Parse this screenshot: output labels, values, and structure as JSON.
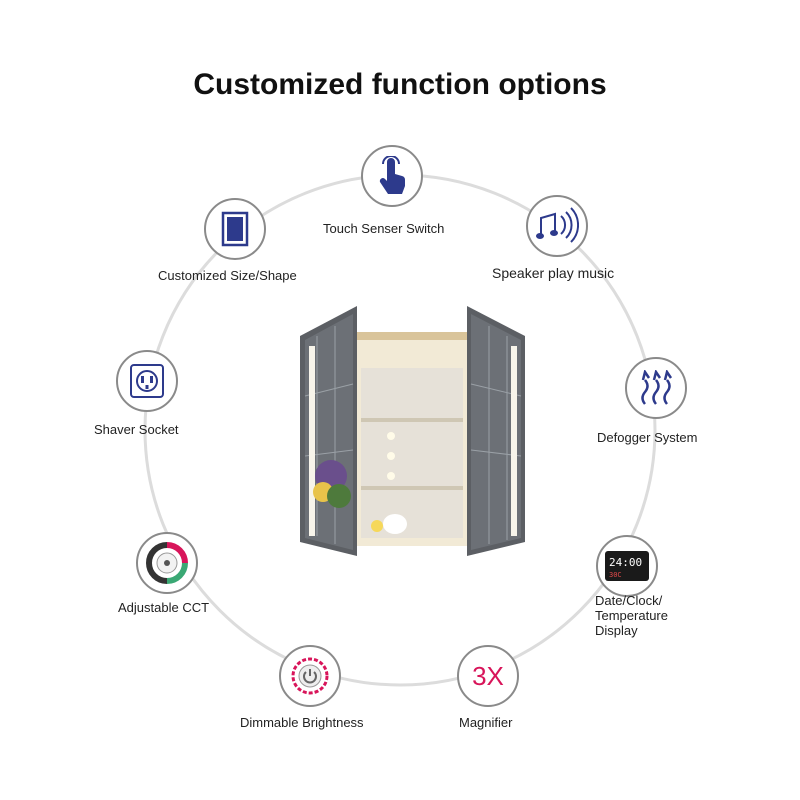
{
  "title": "Customized function options",
  "features": {
    "touch": {
      "label": "Touch Senser Switch",
      "icon": "touch-hand-icon"
    },
    "speaker": {
      "label": "Speaker play music",
      "icon": "music-speaker-icon"
    },
    "defogger": {
      "label": "Defogger System",
      "icon": "defogger-waves-icon"
    },
    "date_clock": {
      "label_lines": [
        "Date/Clock/",
        "Temperature",
        "Display"
      ],
      "icon": "digital-clock-icon",
      "clock_time": "24:00",
      "clock_temp": "30C"
    },
    "magnifier": {
      "label": "Magnifier",
      "icon": "magnifier-3x-icon",
      "badge": "3X"
    },
    "dimmable": {
      "label": "Dimmable Brightness",
      "icon": "dimmer-icon"
    },
    "cct": {
      "label": "Adjustable CCT",
      "icon": "cct-dial-icon"
    },
    "shaver": {
      "label": "Shaver Socket",
      "icon": "socket-icon"
    },
    "size_shape": {
      "label": "Customized Size/Shape",
      "icon": "mirror-frame-icon"
    }
  },
  "colors": {
    "icon_blue": "#2d3a8c",
    "accent_pink": "#d8155a",
    "ring_gray": "#dcdcdc",
    "circle_border": "#8a8a8a"
  }
}
